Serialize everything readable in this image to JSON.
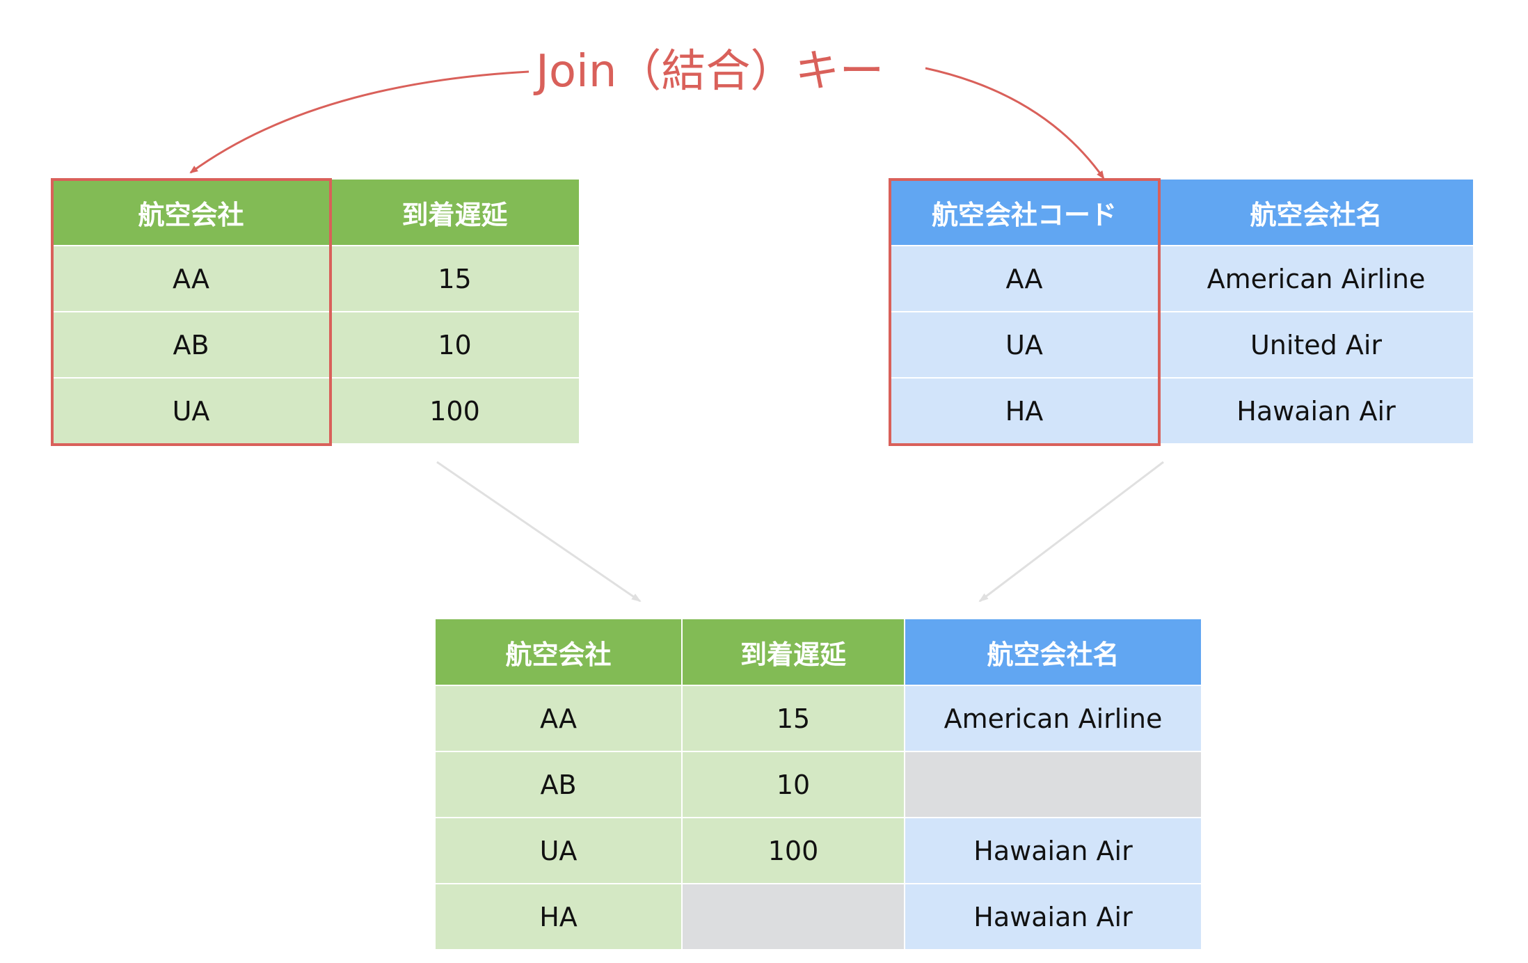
{
  "title": "Join（結合）キー",
  "colors": {
    "accent_red": "#d9605a",
    "green_header": "#82bb55",
    "green_cell": "#d4e8c4",
    "blue_header": "#61a6f2",
    "blue_cell": "#d2e4fa",
    "empty_cell": "#dcdddf",
    "flow_arrow": "#e0e0e0"
  },
  "left_table": {
    "headers": [
      "航空会社",
      "到着遅延"
    ],
    "rows": [
      [
        "AA",
        "15"
      ],
      [
        "AB",
        "10"
      ],
      [
        "UA",
        "100"
      ]
    ]
  },
  "right_table": {
    "headers": [
      "航空会社コード",
      "航空会社名"
    ],
    "rows": [
      [
        "AA",
        "American Airline"
      ],
      [
        "UA",
        "United Air"
      ],
      [
        "HA",
        "Hawaian Air"
      ]
    ]
  },
  "result_table": {
    "headers": [
      "航空会社",
      "到着遅延",
      "航空会社名"
    ],
    "rows": [
      [
        "AA",
        "15",
        "American Airline"
      ],
      [
        "AB",
        "10",
        ""
      ],
      [
        "UA",
        "100",
        "Hawaian Air"
      ],
      [
        "HA",
        "",
        "Hawaian Air"
      ]
    ]
  }
}
